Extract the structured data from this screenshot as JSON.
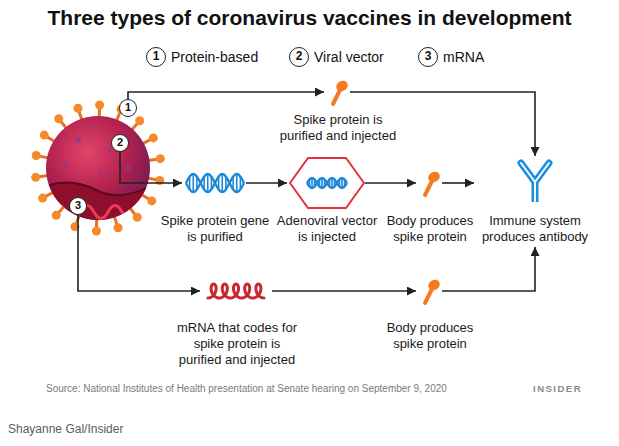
{
  "diagram": {
    "title": "Three types of coronavirus vaccines in development",
    "caption": "Shayanne Gal/Insider",
    "nodes": [
      {
        "text": [
          "1"
        ]
      },
      {
        "text": [
          "2"
        ]
      },
      {
        "text": [
          "3"
        ]
      },
      {
        "text": [
          "Spike protein is purified and injected"
        ]
      },
      {
        "text": [
          "Spike protein gene is purified"
        ]
      },
      {
        "text": [
          "Adenoviral vector is injected"
        ]
      },
      {
        "text": [
          "Body produces spike protein"
        ]
      },
      {
        "text": [
          "Immune system produces antibody"
        ]
      },
      {
        "text": [
          "mRNA that codes for spike protein is purified and injected"
        ]
      },
      {
        "text": [
          "Body produces spike protein"
        ]
      }
    ],
    "edges": [
      {
        "from": 0,
        "to": 3,
        "arrow": "to"
      },
      {
        "from": 3,
        "to": 7,
        "arrow": "to"
      },
      {
        "from": 1,
        "to": 4,
        "arrow": "to"
      },
      {
        "from": 4,
        "to": 5,
        "arrow": "to"
      },
      {
        "from": 5,
        "to": 6,
        "arrow": "to"
      },
      {
        "from": 6,
        "to": 7,
        "arrow": "to"
      },
      {
        "from": 2,
        "to": 8,
        "arrow": "to"
      },
      {
        "from": 8,
        "to": 9,
        "arrow": "to"
      },
      {
        "from": 9,
        "to": 7,
        "arrow": "to"
      }
    ],
    "labels": [
      "1",
      "Protein-based",
      "2",
      "Viral vector",
      "3",
      "mRNA",
      "Source: National Institutes of Health presentation at Senate hearing on September 9, 2020",
      "INSIDER"
    ]
  }
}
